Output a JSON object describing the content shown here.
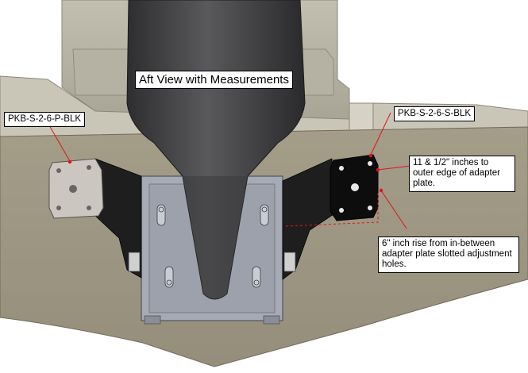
{
  "diagram": {
    "title": "Aft View with Measurements",
    "port_part_number": "PKB-S-2-6-P-BLK",
    "starboard_part_number": "PKB-S-2-6-S-BLK",
    "width_note": "11 & 1/2\" inches to outer edge of adapter plate.",
    "rise_note": "6\" inch rise from in-between adapter plate slotted adjustment holes."
  },
  "colors": {
    "hull": "#a9a18d",
    "hull_dark": "#8f8877",
    "deck": "#bbb8a8",
    "motor": "#4a4a4c",
    "bracket_plate": "#a5a9b3",
    "adapter_port": "#cbc6c0",
    "adapter_starboard": "#0d0d0d",
    "callout_line": "#e0141a"
  }
}
